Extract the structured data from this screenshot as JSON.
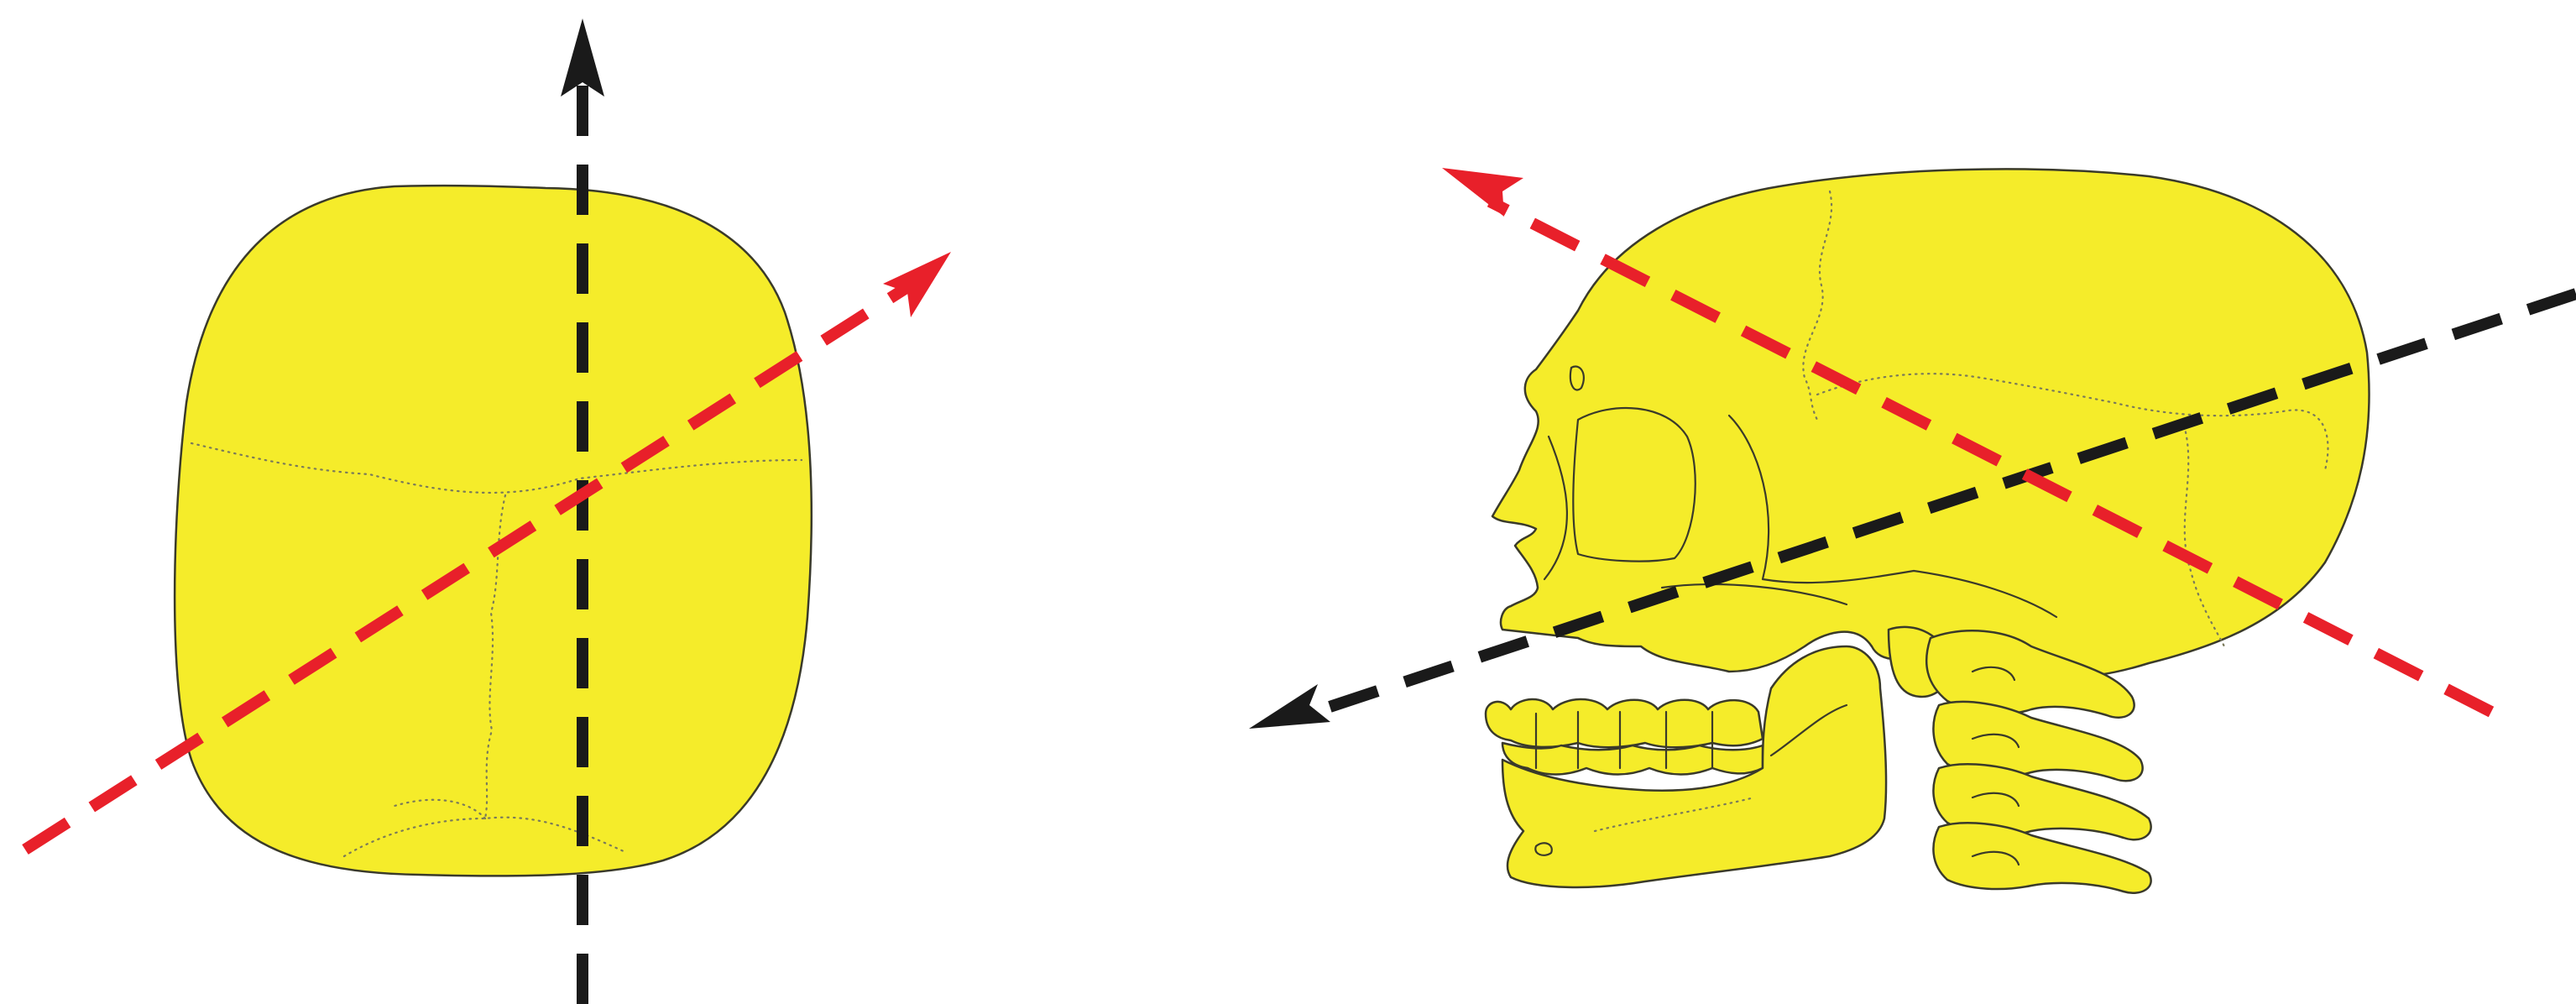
{
  "colors": {
    "bone_fill": "#f5ec2a",
    "outline": "#3a3a2a",
    "suture": "#7a7a5a",
    "axis_black": "#1a1a1a",
    "axis_red": "#e8202a",
    "background": "#ffffff"
  },
  "panels": [
    {
      "name": "skull-top-view",
      "axes": [
        {
          "color": "black",
          "style": "dashed",
          "arrowheads": 1
        },
        {
          "color": "red",
          "style": "dashed",
          "arrowheads": 1
        }
      ]
    },
    {
      "name": "skull-lateral-view",
      "axes": [
        {
          "color": "black",
          "style": "dashed",
          "arrowheads": 1
        },
        {
          "color": "red",
          "style": "dashed",
          "arrowheads": 1
        }
      ]
    }
  ]
}
